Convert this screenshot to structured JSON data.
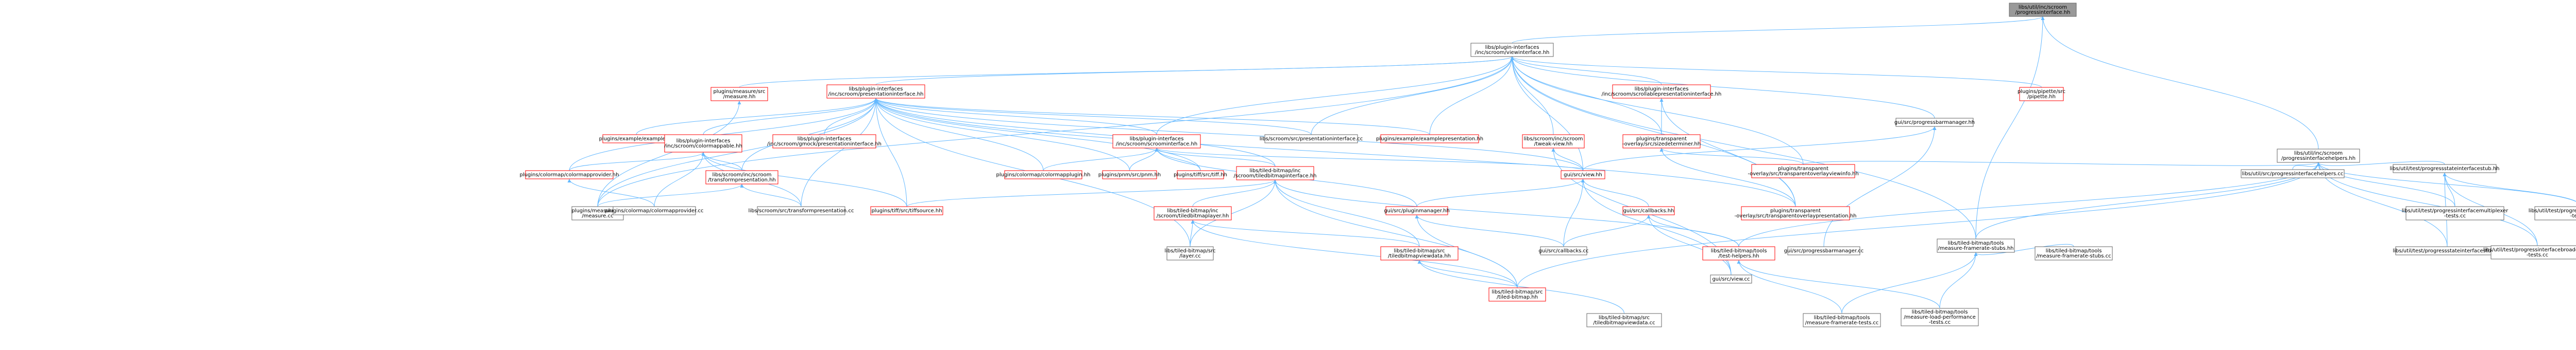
{
  "graph": {
    "title": "Include dependency graph",
    "root": "n0",
    "colors": {
      "edge": "#63b8ff",
      "border": "#666666",
      "border_incomplete": "#ff0000",
      "root_fill": "#999999"
    },
    "nodes": [
      {
        "id": "n0",
        "lines": [
          "libs/util/inc/scroom",
          "/progressinterface.hh"
        ],
        "style": "root"
      },
      {
        "id": "n1",
        "lines": [
          "libs/plugin-interfaces",
          "/inc/scroom/viewinterface.hh"
        ],
        "style": "normal"
      },
      {
        "id": "n2",
        "lines": [
          "libs/util/inc/scroom",
          "/progressinterfacehelpers.hh"
        ],
        "style": "normal"
      },
      {
        "id": "n3",
        "lines": [
          "libs/tiled-bitmap/tools",
          "/measure-framerate-stubs.hh"
        ],
        "style": "normal"
      },
      {
        "id": "n4",
        "lines": [
          "plugins/measure/src",
          "/measure.hh"
        ],
        "style": "red"
      },
      {
        "id": "n5",
        "lines": [
          "libs/plugin-interfaces",
          "/inc/scroom/presentationinterface.hh"
        ],
        "style": "red"
      },
      {
        "id": "n6",
        "lines": [
          "libs/plugin-interfaces",
          "/inc/scroom/scrollablepresentationinterface.hh"
        ],
        "style": "red"
      },
      {
        "id": "n7",
        "lines": [
          "plugins/pipette/src",
          "/pipette.hh"
        ],
        "style": "red"
      },
      {
        "id": "n8",
        "lines": [
          "gui/src/progressbarmanager.hh"
        ],
        "style": "normal"
      },
      {
        "id": "n9",
        "lines": [
          "plugins/example/example.hh"
        ],
        "style": "red"
      },
      {
        "id": "n10",
        "lines": [
          "libs/plugin-interfaces",
          "/inc/scroom/colormappable.hh"
        ],
        "style": "red"
      },
      {
        "id": "n11",
        "lines": [
          "libs/plugin-interfaces",
          "/inc/scroom/gmock/presentationinterface.hh"
        ],
        "style": "red"
      },
      {
        "id": "n12",
        "lines": [
          "libs/plugin-interfaces",
          "/inc/scroom/scroominterface.hh"
        ],
        "style": "red"
      },
      {
        "id": "n13",
        "lines": [
          "libs/scroom/src/presentationinterface.cc"
        ],
        "style": "normal"
      },
      {
        "id": "n14",
        "lines": [
          "plugins/example/examplepresentation.hh"
        ],
        "style": "red"
      },
      {
        "id": "n15",
        "lines": [
          "libs/scroom/inc/scroom",
          "/tweak-view.hh"
        ],
        "style": "red"
      },
      {
        "id": "n16",
        "lines": [
          "plugins/transparent",
          "-overlay/src/sizedeterminer.hh"
        ],
        "style": "red"
      },
      {
        "id": "n17",
        "lines": [
          "plugins/colormap/colormapprovider.hh"
        ],
        "style": "red"
      },
      {
        "id": "n18",
        "lines": [
          "libs/scroom/inc/scroom",
          "/transformpresentation.hh"
        ],
        "style": "red"
      },
      {
        "id": "n19",
        "lines": [
          "plugins/colormap/colormapplugin.hh"
        ],
        "style": "red"
      },
      {
        "id": "n20",
        "lines": [
          "plugins/pnm/src/pnm.hh"
        ],
        "style": "red"
      },
      {
        "id": "n21",
        "lines": [
          "plugins/tiff/src/tiff.hh"
        ],
        "style": "red"
      },
      {
        "id": "n22",
        "lines": [
          "libs/tiled-bitmap/inc",
          "/scroom/tiledbitmapinterface.hh"
        ],
        "style": "red"
      },
      {
        "id": "n23",
        "lines": [
          "gui/src/view.hh"
        ],
        "style": "red"
      },
      {
        "id": "n24",
        "lines": [
          "plugins/transparent",
          "-overlay/src/transparentoverlayviewinfo.hh"
        ],
        "style": "red"
      },
      {
        "id": "n25",
        "lines": [
          "plugins/measure/src",
          "/measure.cc"
        ],
        "style": "normal"
      },
      {
        "id": "n26",
        "lines": [
          "plugins/colormap/colormapprovider.cc"
        ],
        "style": "normal"
      },
      {
        "id": "n27",
        "lines": [
          "libs/scroom/src/transformpresentation.cc"
        ],
        "style": "normal"
      },
      {
        "id": "n28",
        "lines": [
          "plugins/tiff/src/tiffsource.hh"
        ],
        "style": "red"
      },
      {
        "id": "n29",
        "lines": [
          "libs/tiled-bitmap/inc",
          "/scroom/tiledbitmaplayer.hh"
        ],
        "style": "red"
      },
      {
        "id": "n30",
        "lines": [
          "gui/src/pluginmanager.hh"
        ],
        "style": "red"
      },
      {
        "id": "n31",
        "lines": [
          "gui/src/callbacks.hh"
        ],
        "style": "red"
      },
      {
        "id": "n32",
        "lines": [
          "plugins/transparent",
          "-overlay/src/transparentoverlaypresentation.hh"
        ],
        "style": "red"
      },
      {
        "id": "n33",
        "lines": [
          "libs/tiled-bitmap/src",
          "/layer.cc"
        ],
        "style": "normal"
      },
      {
        "id": "n34",
        "lines": [
          "gui/src/callbacks.cc"
        ],
        "style": "normal"
      },
      {
        "id": "n35",
        "lines": [
          "libs/tiled-bitmap/src",
          "/tiledbitmapviewdata.hh"
        ],
        "style": "red"
      },
      {
        "id": "n36",
        "lines": [
          "libs/tiled-bitmap/tools",
          "/test-helpers.hh"
        ],
        "style": "red"
      },
      {
        "id": "n37",
        "lines": [
          "gui/src/view.cc"
        ],
        "style": "normal"
      },
      {
        "id": "n38",
        "lines": [
          "gui/src/progressbarmanager.cc"
        ],
        "style": "normal"
      },
      {
        "id": "n39",
        "lines": [
          "libs/tiled-bitmap/src",
          "/tiled-bitmap.hh"
        ],
        "style": "red"
      },
      {
        "id": "n40",
        "lines": [
          "libs/tiled-bitmap/src",
          "/tiledbitmapviewdata.cc"
        ],
        "style": "normal"
      },
      {
        "id": "n41",
        "lines": [
          "libs/tiled-bitmap/tools",
          "/measure-framerate-tests.cc"
        ],
        "style": "normal"
      },
      {
        "id": "n42",
        "lines": [
          "libs/tiled-bitmap/tools",
          "/measure-load-performance",
          "-tests.cc"
        ],
        "style": "normal"
      },
      {
        "id": "n43",
        "lines": [
          "libs/tiled-bitmap/tools",
          "/measure-framerate-stubs.cc"
        ],
        "style": "normal"
      },
      {
        "id": "n44",
        "lines": [
          "libs/util/src/progressinterfacehelpers.cc"
        ],
        "style": "normal"
      },
      {
        "id": "n45",
        "lines": [
          "libs/util/test/progressstateinterfacestub.hh"
        ],
        "style": "normal"
      },
      {
        "id": "n46",
        "lines": [
          "libs/util/test/progressinterfacemultiplexer",
          "-tests.cc"
        ],
        "style": "normal"
      },
      {
        "id": "n47",
        "lines": [
          "libs/util/test/progressstateinterfacestub.cc"
        ],
        "style": "normal"
      },
      {
        "id": "n48",
        "lines": [
          "libs/util/test/progressinterfacebroadcaster",
          "-tests.cc"
        ],
        "style": "normal"
      },
      {
        "id": "n49",
        "lines": [
          "libs/util/test/progressinterfaceconversion",
          "-tests.cc"
        ],
        "style": "normal"
      }
    ],
    "edges": [
      [
        "n0",
        "n1"
      ],
      [
        "n0",
        "n2"
      ],
      [
        "n0",
        "n3"
      ],
      [
        "n1",
        "n4"
      ],
      [
        "n1",
        "n5"
      ],
      [
        "n1",
        "n6"
      ],
      [
        "n1",
        "n7"
      ],
      [
        "n1",
        "n8"
      ],
      [
        "n1",
        "n12"
      ],
      [
        "n1",
        "n13"
      ],
      [
        "n1",
        "n14"
      ],
      [
        "n1",
        "n15"
      ],
      [
        "n1",
        "n16"
      ],
      [
        "n1",
        "n23"
      ],
      [
        "n1",
        "n24"
      ],
      [
        "n1",
        "n25"
      ],
      [
        "n1",
        "n32"
      ],
      [
        "n1",
        "n3"
      ],
      [
        "n5",
        "n9"
      ],
      [
        "n5",
        "n10"
      ],
      [
        "n5",
        "n11"
      ],
      [
        "n5",
        "n12"
      ],
      [
        "n5",
        "n13"
      ],
      [
        "n5",
        "n14"
      ],
      [
        "n5",
        "n17"
      ],
      [
        "n5",
        "n18"
      ],
      [
        "n5",
        "n19"
      ],
      [
        "n5",
        "n20"
      ],
      [
        "n5",
        "n21"
      ],
      [
        "n5",
        "n22"
      ],
      [
        "n5",
        "n23"
      ],
      [
        "n5",
        "n25"
      ],
      [
        "n5",
        "n27"
      ],
      [
        "n5",
        "n28"
      ],
      [
        "n5",
        "n32"
      ],
      [
        "n5",
        "n33"
      ],
      [
        "n10",
        "n17"
      ],
      [
        "n10",
        "n18"
      ],
      [
        "n10",
        "n26"
      ],
      [
        "n10",
        "n27"
      ],
      [
        "n10",
        "n28"
      ],
      [
        "n12",
        "n19"
      ],
      [
        "n12",
        "n20"
      ],
      [
        "n12",
        "n21"
      ],
      [
        "n12",
        "n22"
      ],
      [
        "n12",
        "n23"
      ],
      [
        "n12",
        "n30"
      ],
      [
        "n6",
        "n16"
      ],
      [
        "n6",
        "n32"
      ],
      [
        "n4",
        "n25"
      ],
      [
        "n15",
        "n23"
      ],
      [
        "n15",
        "n37"
      ],
      [
        "n16",
        "n24"
      ],
      [
        "n16",
        "n32"
      ],
      [
        "n17",
        "n26"
      ],
      [
        "n18",
        "n27"
      ],
      [
        "n18",
        "n25"
      ],
      [
        "n22",
        "n29"
      ],
      [
        "n22",
        "n28"
      ],
      [
        "n22",
        "n35"
      ],
      [
        "n22",
        "n36"
      ],
      [
        "n22",
        "n39"
      ],
      [
        "n22",
        "n33"
      ],
      [
        "n23",
        "n30"
      ],
      [
        "n23",
        "n31"
      ],
      [
        "n23",
        "n37"
      ],
      [
        "n23",
        "n34"
      ],
      [
        "n29",
        "n33"
      ],
      [
        "n29",
        "n35"
      ],
      [
        "n29",
        "n39"
      ],
      [
        "n30",
        "n34"
      ],
      [
        "n30",
        "n39"
      ],
      [
        "n31",
        "n34"
      ],
      [
        "n31",
        "n37"
      ],
      [
        "n31",
        "n36"
      ],
      [
        "n35",
        "n39"
      ],
      [
        "n35",
        "n40"
      ],
      [
        "n36",
        "n41"
      ],
      [
        "n36",
        "n42"
      ],
      [
        "n8",
        "n38"
      ],
      [
        "n8",
        "n23"
      ],
      [
        "n2",
        "n24"
      ],
      [
        "n2",
        "n36"
      ],
      [
        "n2",
        "n44"
      ],
      [
        "n2",
        "n45"
      ],
      [
        "n2",
        "n46"
      ],
      [
        "n2",
        "n47"
      ],
      [
        "n2",
        "n48"
      ],
      [
        "n2",
        "n49"
      ],
      [
        "n2",
        "n39"
      ],
      [
        "n2",
        "n3"
      ],
      [
        "n45",
        "n46"
      ],
      [
        "n45",
        "n47"
      ],
      [
        "n45",
        "n48"
      ],
      [
        "n45",
        "n49"
      ],
      [
        "n3",
        "n43"
      ],
      [
        "n3",
        "n41"
      ],
      [
        "n3",
        "n42"
      ]
    ]
  }
}
